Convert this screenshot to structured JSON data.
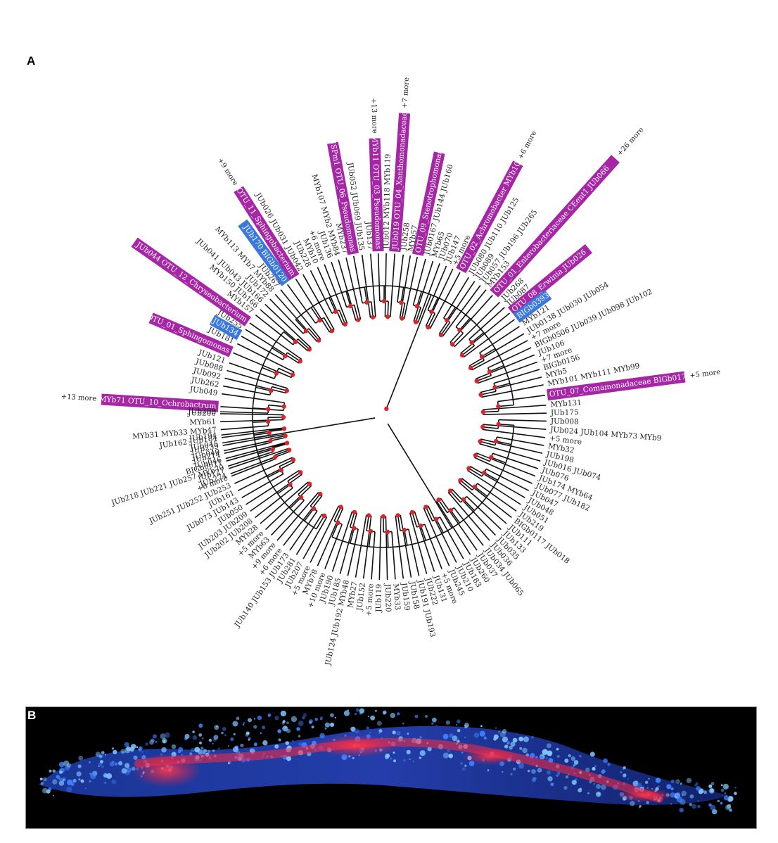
{
  "panel_a": {
    "letter": "A"
  },
  "panel_b": {
    "letter": "B"
  },
  "colors": {
    "family": "#a527a5",
    "isolate": "#3a78dc",
    "node": "#d9262a",
    "branch": "#111111"
  },
  "tree_labels": [
    {
      "angle": 176.5,
      "text": "MYb71  OTU_10_Ochrobactrum",
      "hl": "family",
      "more": "+13 more"
    },
    {
      "angle": 172.0,
      "text": "JUb049"
    },
    {
      "angle": 169.2,
      "text": "JUb262"
    },
    {
      "angle": 166.4,
      "text": "JUb092"
    },
    {
      "angle": 163.6,
      "text": "JUb088"
    },
    {
      "angle": 160.8,
      "text": "JUb121"
    },
    {
      "angle": 157.0,
      "text": "OTU_01_Sphingomonas",
      "hl": "family"
    },
    {
      "angle": 153.5,
      "text": "JUb181"
    },
    {
      "angle": 150.5,
      "text": "JUb134",
      "hl": "isolate"
    },
    {
      "angle": 147.7,
      "text": "JUb255"
    },
    {
      "angle": 145.0,
      "text": "JUb044  OTU_12_Chryseobacterium",
      "hl": "family"
    },
    {
      "angle": 141.5,
      "text": "MYb157"
    },
    {
      "angle": 139.0,
      "text": "MYb150  JUb166"
    },
    {
      "angle": 136.5,
      "text": "JUb041  JUb043  JUb166"
    },
    {
      "angle": 134.0,
      "text": "JUb172"
    },
    {
      "angle": 131.5,
      "text": "MYb113  MYb7  MYb88"
    },
    {
      "angle": 129.0,
      "text": "JUb267"
    },
    {
      "angle": 126.0,
      "text": "JUb170  BIGb0120",
      "hl": "isolate"
    },
    {
      "angle": 122.5,
      "text": "OTU_11_Sphingobacterium",
      "hl": "family",
      "more": "+9 more"
    },
    {
      "angle": 119.5,
      "text": "JUb026  JUb031  JUb042"
    },
    {
      "angle": 116.5,
      "text": "JUb228"
    },
    {
      "angle": 113.8,
      "text": "MYb10"
    },
    {
      "angle": 111.2,
      "text": "+6 more"
    },
    {
      "angle": 108.6,
      "text": "JUb136"
    },
    {
      "angle": 106.0,
      "text": "MYb107  MYb2  MYb84"
    },
    {
      "angle": 103.2,
      "text": "MYb237"
    },
    {
      "angle": 100.5,
      "text": "MSPm1  OTU_06_Pseudomonas",
      "hl": "family"
    },
    {
      "angle": 97.5,
      "text": "JUb052  JUb069  JUb135"
    },
    {
      "angle": 94.5,
      "text": "JUb137"
    },
    {
      "angle": 91.8,
      "text": "MYb11  OTU_03_Pseudomonas",
      "hl": "family",
      "more": "+13 more"
    },
    {
      "angle": 89.0,
      "text": "JUb012  MYb118  MYb119"
    },
    {
      "angle": 86.0,
      "text": "JUb019  OTU_04_Xanthomonadaceae",
      "hl": "family",
      "more": "+7 more"
    },
    {
      "angle": 83.0,
      "text": "JUb258"
    },
    {
      "angle": 80.5,
      "text": "MYb57"
    },
    {
      "angle": 78.0,
      "text": "OTU_09_Stenotrophomonas",
      "hl": "family"
    },
    {
      "angle": 75.0,
      "text": "JUb0167  JUb144  JUb160"
    },
    {
      "angle": 72.3,
      "text": "MYb65"
    },
    {
      "angle": 69.8,
      "text": "JUb070"
    },
    {
      "angle": 67.3,
      "text": "JUb147"
    },
    {
      "angle": 64.8,
      "text": "+5 more"
    },
    {
      "angle": 62.0,
      "text": "OTU_02_Achromobacter  MYb10",
      "hl": "family",
      "more": "+6 more"
    },
    {
      "angle": 58.5,
      "text": "JUb080  JUb110  JUb125"
    },
    {
      "angle": 56.0,
      "text": "JUb089"
    },
    {
      "angle": 53.5,
      "text": "JUb057  JUb196  JUb265"
    },
    {
      "angle": 51.0,
      "text": "MYb153"
    },
    {
      "angle": 48.0,
      "text": "OTU_01_Enterobacteriaceae  CEent1  JUb066",
      "hl": "family",
      "more": "+26 more"
    },
    {
      "angle": 44.5,
      "text": "JUb268"
    },
    {
      "angle": 42.0,
      "text": "JUb087"
    },
    {
      "angle": 39.3,
      "text": "OTU_08_Erwinia  JUb026",
      "hl": "family"
    },
    {
      "angle": 36.5,
      "text": "BIGb0393",
      "hl": "isolate"
    },
    {
      "angle": 33.5,
      "text": "MYb121"
    },
    {
      "angle": 30.5,
      "text": "JUb0138  JUb030  JUb054"
    },
    {
      "angle": 27.8,
      "text": "+7 more"
    },
    {
      "angle": 25.0,
      "text": "BIGb0506  JUb039  JUb098  JUb102"
    },
    {
      "angle": 22.2,
      "text": "JUb106"
    },
    {
      "angle": 19.5,
      "text": "+7 more"
    },
    {
      "angle": 16.8,
      "text": "BIGb0156"
    },
    {
      "angle": 14.0,
      "text": "MYb5"
    },
    {
      "angle": 11.2,
      "text": "MYb101  MYb111  MYb99"
    },
    {
      "angle": 7.5,
      "text": "OTU_07_Comamonadaceae  BIGb0172",
      "hl": "family",
      "more": "+5 more"
    },
    {
      "angle": 4.0,
      "text": "MYb131"
    },
    {
      "angle": 1.2,
      "text": "JUb175"
    },
    {
      "angle": -1.6,
      "text": "JUb008"
    },
    {
      "angle": -4.5,
      "text": "JUb024  JUb104  MYb73  MYb9"
    },
    {
      "angle": -7.4,
      "text": "+5 more"
    },
    {
      "angle": -10.2,
      "text": "MYb32"
    },
    {
      "angle": -13.0,
      "text": "JUb198"
    },
    {
      "angle": -15.8,
      "text": "JUb016  JUb074"
    },
    {
      "angle": -18.6,
      "text": "JUb076"
    },
    {
      "angle": -21.4,
      "text": "JUb174  MYb64"
    },
    {
      "angle": -24.2,
      "text": "JUb077  JUb182"
    },
    {
      "angle": -27.0,
      "text": "JUb047"
    },
    {
      "angle": -29.8,
      "text": "JUb048"
    },
    {
      "angle": -32.6,
      "text": "JUb051"
    },
    {
      "angle": -35.4,
      "text": "JUb219"
    },
    {
      "angle": -38.2,
      "text": "BIGb0117  JUb018"
    },
    {
      "angle": -41.0,
      "text": "JUb111"
    },
    {
      "angle": -43.8,
      "text": "JUb133"
    },
    {
      "angle": -46.6,
      "text": "JUb035"
    },
    {
      "angle": -49.4,
      "text": "JUb036"
    },
    {
      "angle": -52.2,
      "text": "JUb034  JUb065"
    },
    {
      "angle": -55.0,
      "text": "JUb037"
    },
    {
      "angle": -57.8,
      "text": "JUb260"
    },
    {
      "angle": -60.6,
      "text": "JUb183"
    },
    {
      "angle": -63.4,
      "text": "JUb210"
    },
    {
      "angle": -66.2,
      "text": "JUb245"
    },
    {
      "angle": -69.0,
      "text": "+5 more"
    },
    {
      "angle": -71.8,
      "text": "JUb131"
    },
    {
      "angle": -74.6,
      "text": "JUb222"
    },
    {
      "angle": -77.4,
      "text": "JUb191  JUb193"
    },
    {
      "angle": -80.2,
      "text": "JUb158"
    },
    {
      "angle": -83.0,
      "text": "JUb159"
    },
    {
      "angle": -85.8,
      "text": "MYb33"
    },
    {
      "angle": -88.6,
      "text": "JUb220"
    },
    {
      "angle": -91.4,
      "text": "JUb119"
    },
    {
      "angle": -94.2,
      "text": "+5 more"
    },
    {
      "angle": -97.0,
      "text": "JUb152"
    },
    {
      "angle": -99.8,
      "text": "MYb27"
    },
    {
      "angle": -102.6,
      "text": "JUb124  JUb192  MYb48"
    },
    {
      "angle": -105.4,
      "text": "JUb185"
    },
    {
      "angle": -108.2,
      "text": "JUb190"
    },
    {
      "angle": -111.0,
      "text": "+10 more"
    },
    {
      "angle": -113.8,
      "text": "MYb78"
    },
    {
      "angle": -116.6,
      "text": "+5 more"
    },
    {
      "angle": -119.4,
      "text": "JUb207"
    },
    {
      "angle": -122.2,
      "text": "JUb281"
    },
    {
      "angle": -125.0,
      "text": "JUb140  JUb153  JUb173"
    },
    {
      "angle": -127.8,
      "text": "+6 more"
    },
    {
      "angle": -130.6,
      "text": "+9 more"
    },
    {
      "angle": -133.4,
      "text": "MYb63"
    },
    {
      "angle": -136.2,
      "text": "+5 more"
    },
    {
      "angle": -139.0,
      "text": "MYb28"
    },
    {
      "angle": -141.8,
      "text": "JUb202  JUb208"
    },
    {
      "angle": -144.6,
      "text": "JUb203  JUb209"
    },
    {
      "angle": -147.4,
      "text": "JUb050"
    },
    {
      "angle": -150.2,
      "text": "JUb073  JUb143"
    },
    {
      "angle": -153.0,
      "text": "JUb161"
    },
    {
      "angle": -155.8,
      "text": "JUb251  JUb252  JUb253"
    },
    {
      "angle": -158.6,
      "text": "+8 more"
    },
    {
      "angle": -161.4,
      "text": "JUb127"
    },
    {
      "angle": -164.2,
      "text": "BIGb0611"
    },
    {
      "angle": -167.0,
      "text": "JUb214"
    },
    {
      "angle": -169.8,
      "text": "JUb239"
    },
    {
      "angle": -172.6,
      "text": "JUb162  JUb184"
    },
    {
      "angle": -175.4,
      "text": "MYb31  MYb33  MYb47"
    },
    {
      "angle": -178.2,
      "text": "MYb61"
    },
    {
      "angle": 179.0,
      "text": "JUb200"
    },
    {
      "angle": 178.3,
      "text": "JUb209"
    }
  ],
  "lower_left_labels": [
    {
      "angle": 186.5,
      "text": "JUb194"
    },
    {
      "angle": 189.3,
      "text": "JUb045"
    },
    {
      "angle": 192.1,
      "text": "JUb040"
    },
    {
      "angle": 194.9,
      "text": "JUb046"
    },
    {
      "angle": 197.7,
      "text": "JUb218  JUb221  JUb257  MYb70"
    },
    {
      "angle": 200.5,
      "text": "JUb274"
    }
  ]
}
